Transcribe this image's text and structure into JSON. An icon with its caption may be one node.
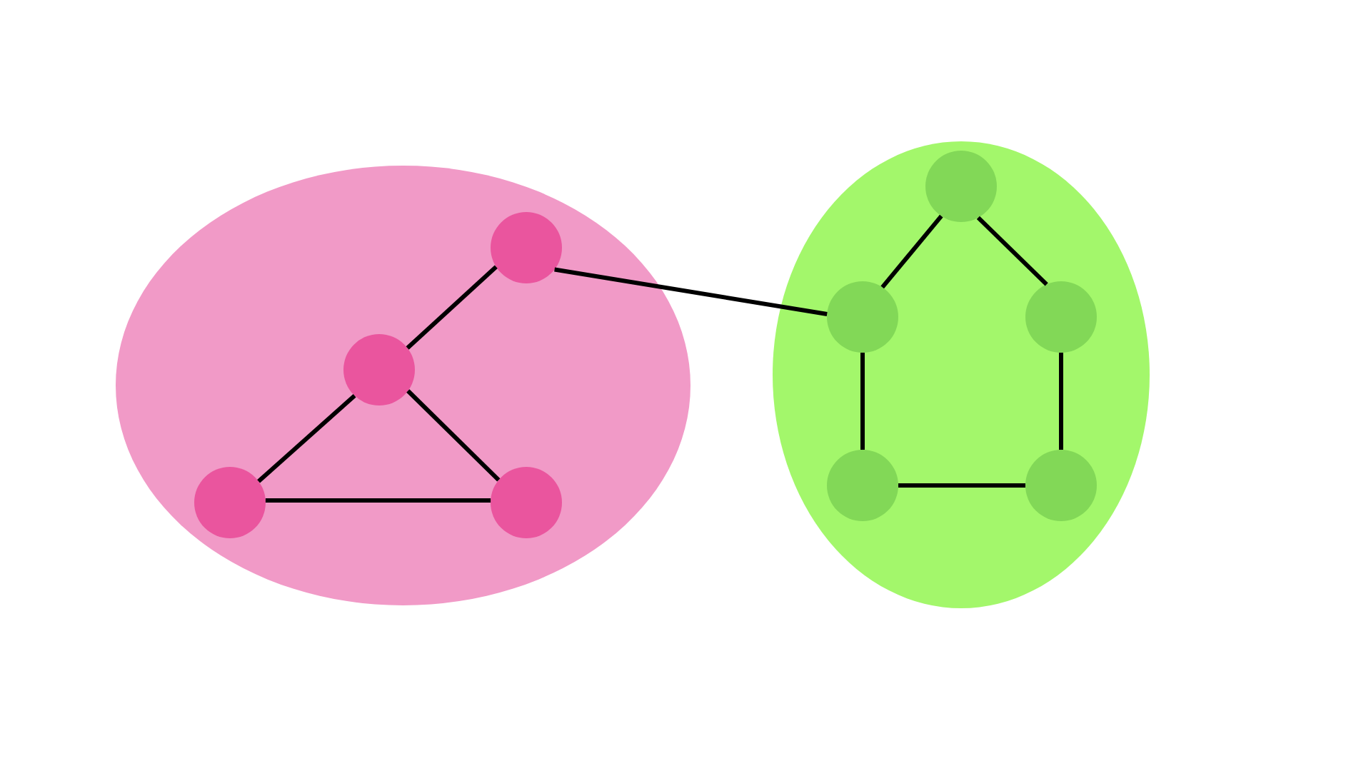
{
  "diagram": {
    "nodes": [
      {
        "text": [],
        "shape": "ellipse"
      },
      {
        "text": [],
        "shape": "circle",
        "in": 0
      },
      {
        "text": [],
        "shape": "circle",
        "in": 0
      },
      {
        "text": [],
        "shape": "circle",
        "in": 0
      },
      {
        "text": [],
        "shape": "circle",
        "in": 0
      },
      {
        "text": [],
        "shape": "ellipse"
      },
      {
        "text": [],
        "shape": "circle",
        "in": 5
      },
      {
        "text": [],
        "shape": "circle",
        "in": 5
      },
      {
        "text": [],
        "shape": "circle",
        "in": 5
      },
      {
        "text": [],
        "shape": "circle",
        "in": 5
      },
      {
        "text": [],
        "shape": "circle",
        "in": 5
      }
    ],
    "edges": [
      {
        "from": 1,
        "to": 2,
        "arrow": "none"
      },
      {
        "from": 2,
        "to": 3,
        "arrow": "none"
      },
      {
        "from": 2,
        "to": 4,
        "arrow": "none"
      },
      {
        "from": 3,
        "to": 4,
        "arrow": "none"
      },
      {
        "from": 1,
        "to": 7,
        "arrow": "none"
      },
      {
        "from": 6,
        "to": 7,
        "arrow": "none"
      },
      {
        "from": 6,
        "to": 8,
        "arrow": "none"
      },
      {
        "from": 7,
        "to": 9,
        "arrow": "none"
      },
      {
        "from": 8,
        "to": 10,
        "arrow": "none"
      },
      {
        "from": 9,
        "to": 10,
        "arrow": "none"
      }
    ]
  }
}
